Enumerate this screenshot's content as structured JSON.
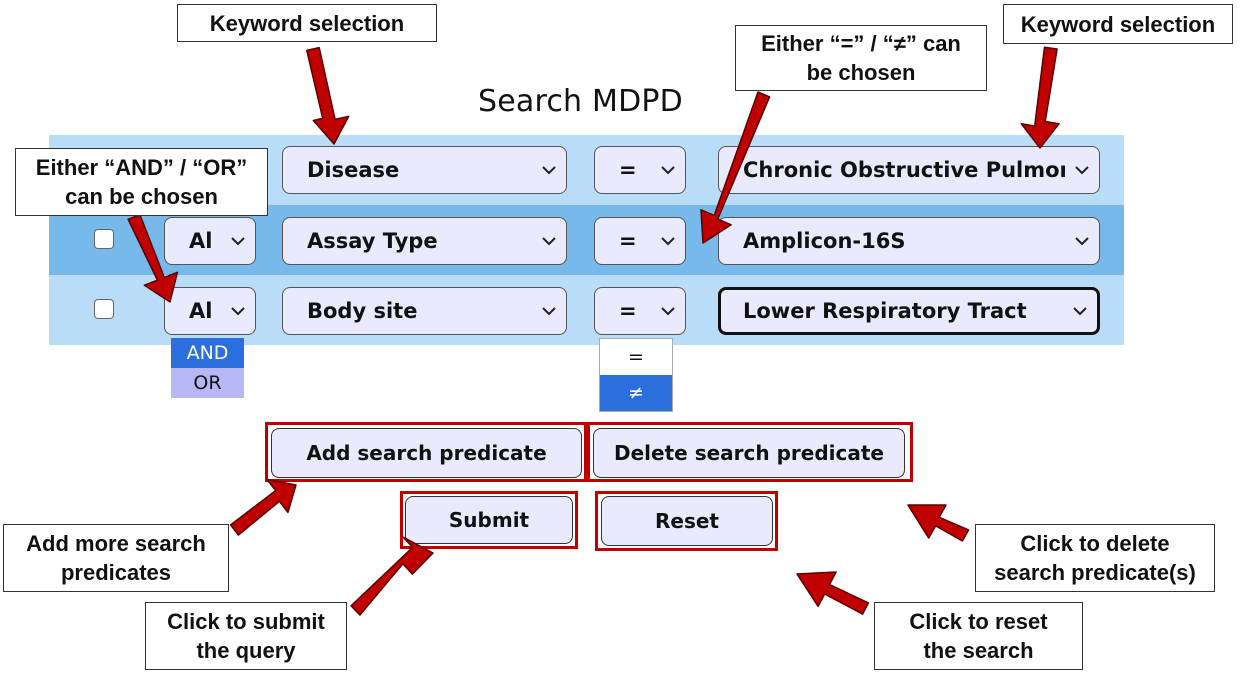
{
  "page": {
    "title": "Search MDPD"
  },
  "rows": [
    {
      "checkbox_checked": false,
      "logic": "",
      "field": "Disease",
      "operator": "=",
      "value": "Chronic Obstructive Pulmon"
    },
    {
      "checkbox_checked": false,
      "logic": "Al",
      "field": "Assay Type",
      "operator": "=",
      "value": "Amplicon-16S"
    },
    {
      "checkbox_checked": false,
      "logic": "Al",
      "field": "Body site",
      "operator": "=",
      "value": "Lower Respiratory Tract"
    }
  ],
  "logic_dropdown": {
    "options": [
      "AND",
      "OR"
    ],
    "highlighted": "AND"
  },
  "operator_dropdown": {
    "options": [
      "=",
      "≠"
    ],
    "highlighted": "≠"
  },
  "buttons": {
    "add": "Add search predicate",
    "delete": "Delete search predicate",
    "submit": "Submit",
    "reset": "Reset"
  },
  "callouts": {
    "keyword_left": "Keyword selection",
    "keyword_right": "Keyword selection",
    "operator_line1": "Either “=” / “≠” can",
    "operator_line2": "be chosen",
    "logic_line1": "Either “AND” / “OR”",
    "logic_line2": "can be chosen",
    "add_line1": "Add more search",
    "add_line2": "predicates",
    "submit_line1": "Click to submit",
    "submit_line2": "the query",
    "delete_line1": "Click to delete",
    "delete_line2": "search predicate(s)",
    "reset_line1": "Click to reset",
    "reset_line2": "the search"
  },
  "colors": {
    "row_light": "#b9dcf8",
    "row_dark": "#77b9eb",
    "control_fill": "#e9eafd",
    "highlight_blue": "#2a6fdb",
    "annotation_red": "#c00000"
  }
}
